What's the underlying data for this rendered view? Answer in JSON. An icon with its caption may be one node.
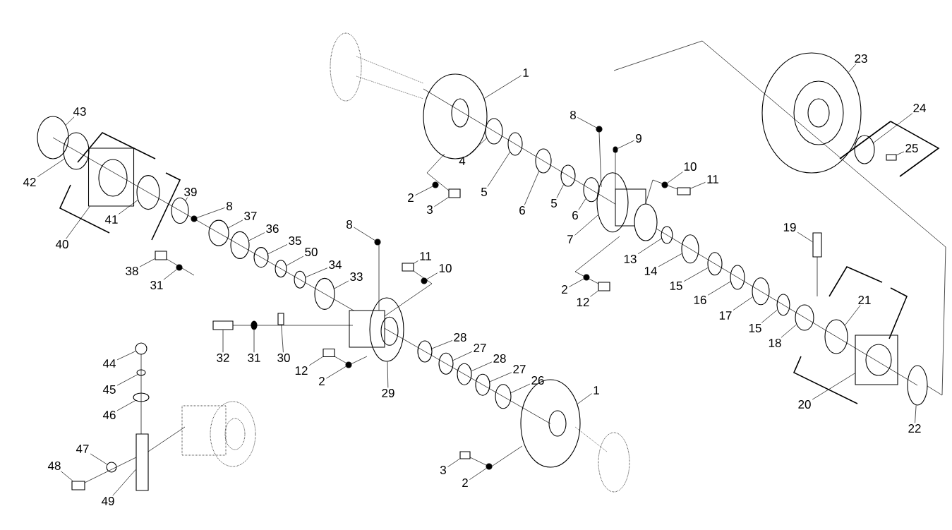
{
  "diagram": {
    "nodes": [
      {
        "text": [
          "1"
        ]
      },
      {
        "text": [
          "23"
        ]
      },
      {
        "text": [
          "24"
        ]
      },
      {
        "text": [
          "43"
        ]
      },
      {
        "text": [
          "8"
        ]
      },
      {
        "text": [
          "9"
        ]
      },
      {
        "text": [
          "25"
        ]
      },
      {
        "text": [
          "4"
        ]
      },
      {
        "text": [
          "10"
        ]
      },
      {
        "text": [
          "5"
        ]
      },
      {
        "text": [
          "11"
        ]
      },
      {
        "text": [
          "42"
        ]
      },
      {
        "text": [
          "6"
        ]
      },
      {
        "text": [
          "39"
        ]
      },
      {
        "text": [
          "2"
        ]
      },
      {
        "text": [
          "5"
        ]
      },
      {
        "text": [
          "8"
        ]
      },
      {
        "text": [
          "3"
        ]
      },
      {
        "text": [
          "6"
        ]
      },
      {
        "text": [
          "37"
        ]
      },
      {
        "text": [
          "41"
        ]
      },
      {
        "text": [
          "19"
        ]
      },
      {
        "text": [
          "36"
        ]
      },
      {
        "text": [
          "8"
        ]
      },
      {
        "text": [
          "7"
        ]
      },
      {
        "text": [
          "35"
        ]
      },
      {
        "text": [
          "40"
        ]
      },
      {
        "text": [
          "50"
        ]
      },
      {
        "text": [
          "11"
        ]
      },
      {
        "text": [
          "13"
        ]
      },
      {
        "text": [
          "34"
        ]
      },
      {
        "text": [
          "10"
        ]
      },
      {
        "text": [
          "38"
        ]
      },
      {
        "text": [
          "14"
        ]
      },
      {
        "text": [
          "33"
        ]
      },
      {
        "text": [
          "31"
        ]
      },
      {
        "text": [
          "15"
        ]
      },
      {
        "text": [
          "2"
        ]
      },
      {
        "text": [
          "16"
        ]
      },
      {
        "text": [
          "12"
        ]
      },
      {
        "text": [
          "21"
        ]
      },
      {
        "text": [
          "17"
        ]
      },
      {
        "text": [
          "15"
        ]
      },
      {
        "text": [
          "28"
        ]
      },
      {
        "text": [
          "18"
        ]
      },
      {
        "text": [
          "27"
        ]
      },
      {
        "text": [
          "32"
        ]
      },
      {
        "text": [
          "31"
        ]
      },
      {
        "text": [
          "30"
        ]
      },
      {
        "text": [
          "28"
        ]
      },
      {
        "text": [
          "44"
        ]
      },
      {
        "text": [
          "12"
        ]
      },
      {
        "text": [
          "27"
        ]
      },
      {
        "text": [
          "26"
        ]
      },
      {
        "text": [
          "2"
        ]
      },
      {
        "text": [
          "1"
        ]
      },
      {
        "text": [
          "29"
        ]
      },
      {
        "text": [
          "45"
        ]
      },
      {
        "text": [
          "46"
        ]
      },
      {
        "text": [
          "20"
        ]
      },
      {
        "text": [
          "22"
        ]
      },
      {
        "text": [
          "47"
        ]
      },
      {
        "text": [
          "3"
        ]
      },
      {
        "text": [
          "48"
        ]
      },
      {
        "text": [
          "2"
        ]
      },
      {
        "text": [
          "49"
        ]
      },
      {
        "text": [],
        "shape": "circle"
      },
      {
        "text": [],
        "shape": "circle"
      },
      {
        "text": [],
        "shape": "circle"
      },
      {
        "text": [],
        "shape": "circle"
      },
      {
        "text": [],
        "shape": "circle"
      },
      {
        "text": [],
        "shape": "circle"
      },
      {
        "text": [],
        "shape": "box"
      },
      {
        "text": [],
        "shape": "circle"
      },
      {
        "text": [],
        "shape": "circle"
      },
      {
        "text": [],
        "shape": "circle"
      },
      {
        "text": [],
        "shape": "box"
      },
      {
        "text": [],
        "shape": "circle"
      },
      {
        "text": [],
        "shape": "circle"
      },
      {
        "text": [],
        "shape": "circle"
      },
      {
        "text": [],
        "shape": "circle"
      },
      {
        "text": [],
        "shape": "circle"
      },
      {
        "text": [],
        "shape": "circle"
      },
      {
        "text": [],
        "shape": "box"
      },
      {
        "text": [],
        "shape": "circle"
      },
      {
        "text": [],
        "shape": "circle"
      },
      {
        "text": [],
        "shape": "circle"
      },
      {
        "text": [],
        "shape": "box"
      },
      {
        "text": [],
        "shape": "circle"
      },
      {
        "text": [],
        "shape": "circle"
      },
      {
        "text": [],
        "shape": "circle"
      },
      {
        "text": [],
        "shape": "circle"
      },
      {
        "text": [],
        "shape": "box"
      },
      {
        "text": [],
        "shape": "circle"
      },
      {
        "text": [],
        "shape": "box"
      },
      {
        "text": [],
        "shape": "circle"
      },
      {
        "text": [],
        "shape": "circle"
      },
      {
        "text": [],
        "shape": "circle"
      },
      {
        "text": [],
        "shape": "box"
      },
      {
        "text": [],
        "shape": "circle"
      },
      {
        "text": [],
        "shape": "circle"
      },
      {
        "text": [],
        "shape": "circle"
      },
      {
        "text": [],
        "shape": "circle"
      },
      {
        "text": [],
        "shape": "circle"
      },
      {
        "text": [],
        "shape": "circle"
      },
      {
        "text": [],
        "shape": "box"
      },
      {
        "text": [],
        "shape": "circle"
      },
      {
        "text": [],
        "shape": "circle"
      },
      {
        "text": [],
        "shape": "circle"
      },
      {
        "text": [],
        "shape": "circle"
      },
      {
        "text": [],
        "shape": "circle"
      },
      {
        "text": [],
        "shape": "circle"
      },
      {
        "text": [],
        "shape": "box"
      },
      {
        "text": [],
        "shape": "circle"
      },
      {
        "text": [],
        "shape": "box"
      },
      {
        "text": [],
        "shape": "circle"
      },
      {
        "text": [],
        "shape": "circle"
      },
      {
        "text": [],
        "shape": "box"
      },
      {
        "text": [],
        "shape": "circle"
      },
      {
        "text": [],
        "shape": "circle"
      },
      {
        "text": [],
        "shape": "circle"
      },
      {
        "text": [],
        "shape": "circle"
      },
      {
        "text": [],
        "shape": "circle"
      },
      {
        "text": [],
        "shape": "circle"
      },
      {
        "text": [],
        "shape": "circle"
      },
      {
        "text": [],
        "shape": "box"
      },
      {
        "text": [],
        "shape": "circle"
      },
      {
        "text": [],
        "shape": "circle"
      },
      {
        "text": [],
        "shape": "box"
      },
      {
        "text": [],
        "shape": "box"
      },
      {
        "text": [],
        "shape": "circle"
      },
      {
        "text": [],
        "shape": "box"
      }
    ],
    "edges": [
      {
        "from": 0,
        "to": 66,
        "arrow": "none"
      },
      {
        "from": 1,
        "to": 67,
        "arrow": "none"
      },
      {
        "from": 2,
        "to": 68,
        "arrow": "none"
      },
      {
        "from": 3,
        "to": 69,
        "arrow": "none"
      },
      {
        "from": 4,
        "to": 70,
        "arrow": "none"
      },
      {
        "from": 5,
        "to": 71,
        "arrow": "none"
      },
      {
        "from": 6,
        "to": 72,
        "arrow": "none"
      },
      {
        "from": 7,
        "to": 73,
        "arrow": "none"
      },
      {
        "from": 8,
        "to": 74,
        "arrow": "none"
      },
      {
        "from": 9,
        "to": 75,
        "arrow": "none"
      },
      {
        "from": 10,
        "to": 76,
        "arrow": "none"
      },
      {
        "from": 11,
        "to": 77,
        "arrow": "none"
      },
      {
        "from": 12,
        "to": 78,
        "arrow": "none"
      },
      {
        "from": 13,
        "to": 79,
        "arrow": "none"
      },
      {
        "from": 14,
        "to": 80,
        "arrow": "none"
      },
      {
        "from": 15,
        "to": 81,
        "arrow": "none"
      },
      {
        "from": 16,
        "to": 82,
        "arrow": "none"
      },
      {
        "from": 17,
        "to": 83,
        "arrow": "none"
      },
      {
        "from": 18,
        "to": 84,
        "arrow": "none"
      },
      {
        "from": 19,
        "to": 85,
        "arrow": "none"
      },
      {
        "from": 20,
        "to": 86,
        "arrow": "none"
      },
      {
        "from": 21,
        "to": 87,
        "arrow": "none"
      },
      {
        "from": 22,
        "to": 88,
        "arrow": "none"
      },
      {
        "from": 23,
        "to": 89,
        "arrow": "none"
      },
      {
        "from": 24,
        "to": 90,
        "arrow": "none"
      },
      {
        "from": 25,
        "to": 91,
        "arrow": "none"
      },
      {
        "from": 26,
        "to": 92,
        "arrow": "none"
      },
      {
        "from": 27,
        "to": 93,
        "arrow": "none"
      },
      {
        "from": 28,
        "to": 94,
        "arrow": "none"
      },
      {
        "from": 29,
        "to": 95,
        "arrow": "none"
      },
      {
        "from": 30,
        "to": 96,
        "arrow": "none"
      },
      {
        "from": 31,
        "to": 97,
        "arrow": "none"
      },
      {
        "from": 32,
        "to": 98,
        "arrow": "none"
      },
      {
        "from": 33,
        "to": 99,
        "arrow": "none"
      },
      {
        "from": 34,
        "to": 100,
        "arrow": "none"
      },
      {
        "from": 35,
        "to": 101,
        "arrow": "none"
      },
      {
        "from": 36,
        "to": 102,
        "arrow": "none"
      },
      {
        "from": 37,
        "to": 103,
        "arrow": "none"
      },
      {
        "from": 38,
        "to": 104,
        "arrow": "none"
      },
      {
        "from": 39,
        "to": 105,
        "arrow": "none"
      },
      {
        "from": 40,
        "to": 106,
        "arrow": "none"
      },
      {
        "from": 41,
        "to": 107,
        "arrow": "none"
      },
      {
        "from": 42,
        "to": 108,
        "arrow": "none"
      },
      {
        "from": 43,
        "to": 109,
        "arrow": "none"
      },
      {
        "from": 44,
        "to": 110,
        "arrow": "none"
      },
      {
        "from": 45,
        "to": 111,
        "arrow": "none"
      },
      {
        "from": 46,
        "to": 112,
        "arrow": "none"
      },
      {
        "from": 47,
        "to": 113,
        "arrow": "none"
      },
      {
        "from": 48,
        "to": 114,
        "arrow": "none"
      },
      {
        "from": 49,
        "to": 115,
        "arrow": "none"
      },
      {
        "from": 50,
        "to": 116,
        "arrow": "none"
      },
      {
        "from": 51,
        "to": 117,
        "arrow": "none"
      },
      {
        "from": 52,
        "to": 118,
        "arrow": "none"
      },
      {
        "from": 53,
        "to": 119,
        "arrow": "none"
      },
      {
        "from": 54,
        "to": 120,
        "arrow": "none"
      },
      {
        "from": 55,
        "to": 121,
        "arrow": "none"
      },
      {
        "from": 56,
        "to": 122,
        "arrow": "none"
      },
      {
        "from": 57,
        "to": 123,
        "arrow": "none"
      },
      {
        "from": 58,
        "to": 124,
        "arrow": "none"
      },
      {
        "from": 59,
        "to": 125,
        "arrow": "none"
      },
      {
        "from": 60,
        "to": 126,
        "arrow": "none"
      },
      {
        "from": 61,
        "to": 127,
        "arrow": "none"
      },
      {
        "from": 62,
        "to": 128,
        "arrow": "none"
      },
      {
        "from": 63,
        "to": 129,
        "arrow": "none"
      },
      {
        "from": 64,
        "to": 130,
        "arrow": "none"
      },
      {
        "from": 65,
        "to": 131,
        "arrow": "none"
      }
    ]
  }
}
